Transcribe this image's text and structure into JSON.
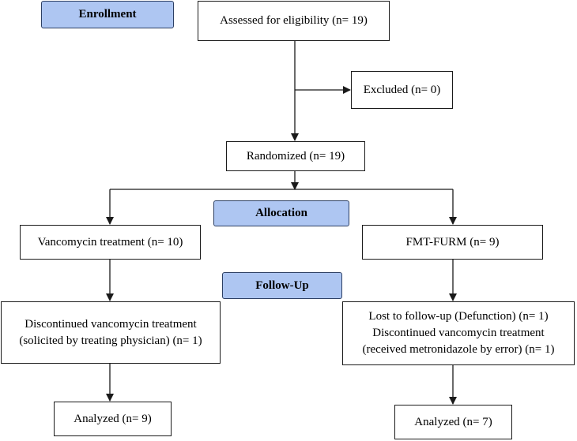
{
  "stages": {
    "enrollment": "Enrollment",
    "allocation": "Allocation",
    "follow_up": "Follow-Up"
  },
  "boxes": {
    "assessed": "Assessed for eligibility  (n= 19)",
    "excluded": "Excluded  (n= 0)",
    "randomized": "Randomized  (n= 19)",
    "vanco_treatment": "Vancomycin  treatment  (n= 10)",
    "fmt_furm": "FMT-FURM  (n= 9)",
    "vanco_discontinued": [
      "Discontinued  vancomycin  treatment",
      "(solicited  by  treating  physician)  (n= 1)"
    ],
    "fmt_discontinued": [
      "Lost to follow-up  (Defunction)  (n= 1)",
      "Discontinued  vancomycin  treatment",
      "(received  metronidazole  by  error)  (n= 1)"
    ],
    "vanco_analyzed": "Analyzed  (n= 9)",
    "fmt_analyzed": "Analyzed  (n= 7)"
  },
  "colors": {
    "stage_fill": "#aec6f2",
    "stage_border": "#2c3f63",
    "line": "#1a1a1a"
  }
}
